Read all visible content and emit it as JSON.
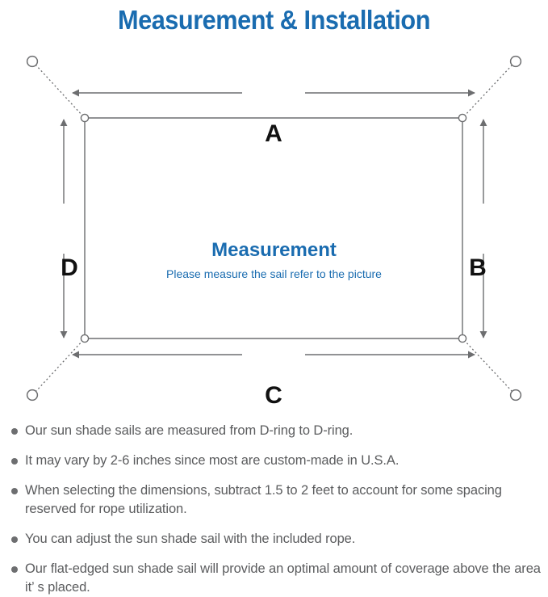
{
  "page": {
    "title": "Measurement & Installation",
    "title_color": "#1a6cb0",
    "background": "#ffffff"
  },
  "diagram": {
    "name": "sun-shade-sail-measurement-diagram",
    "center_heading": "Measurement",
    "center_subtext": "Please measure the sail refer to the picture",
    "center_text_color": "#1a6cb0",
    "line_color": "#6d6e70",
    "dimension_labels": {
      "top": "A",
      "right": "B",
      "bottom": "C",
      "left": "D"
    },
    "dimension_label_color": "#111111",
    "d_ring_count": 4,
    "anchor_point_count": 4
  },
  "notes": {
    "bullet_color": "#6d6e70",
    "text_color": "#5b5c5e",
    "items": [
      "Our sun shade sails are measured from D-ring to D-ring.",
      "It may vary by 2-6 inches since most are custom-made in U.S.A.",
      "When selecting the dimensions, subtract 1.5 to 2 feet to account for some spacing reserved for rope utilization.",
      "You can adjust the sun shade sail with the included rope.",
      "Our flat-edged sun shade sail will provide an optimal amount of coverage above the area it’ s placed."
    ]
  }
}
